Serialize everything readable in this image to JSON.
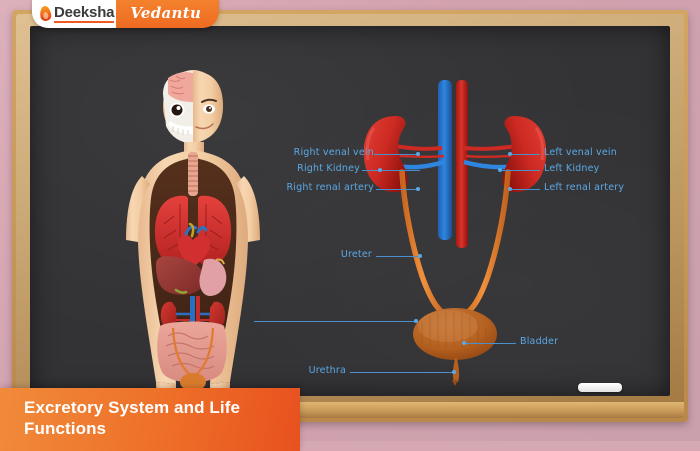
{
  "branding": {
    "partner_name": "Deeksha",
    "brand_name": "Vedantu",
    "flame_icon": "flame-icon"
  },
  "title_banner": {
    "line1": "Excretory System and Life",
    "line2": "Functions"
  },
  "board": {
    "frame_color": "#c79a56",
    "surface_color": "#333336",
    "chalk_label": "chalk"
  },
  "diagram": {
    "title_semantic": "human-excretory-system-diagram",
    "labels": [
      {
        "id": "right-venal-vein",
        "text": "Right venal vein",
        "side": "left"
      },
      {
        "id": "right-kidney",
        "text": "Right Kidney",
        "side": "left"
      },
      {
        "id": "right-renal-artery",
        "text": "Right renal artery",
        "side": "left"
      },
      {
        "id": "left-venal-vein",
        "text": "Left venal vein",
        "side": "right"
      },
      {
        "id": "left-kidney",
        "text": "Left Kidney",
        "side": "right"
      },
      {
        "id": "left-renal-artery",
        "text": "Left renal artery",
        "side": "right"
      },
      {
        "id": "ureter",
        "text": "Ureter",
        "side": "left"
      },
      {
        "id": "bladder",
        "text": "Bladder",
        "side": "right"
      },
      {
        "id": "urethra",
        "text": "Urethra",
        "side": "left"
      }
    ],
    "label_color": "#5aa9e6",
    "connector_color": "#4a8fce"
  }
}
